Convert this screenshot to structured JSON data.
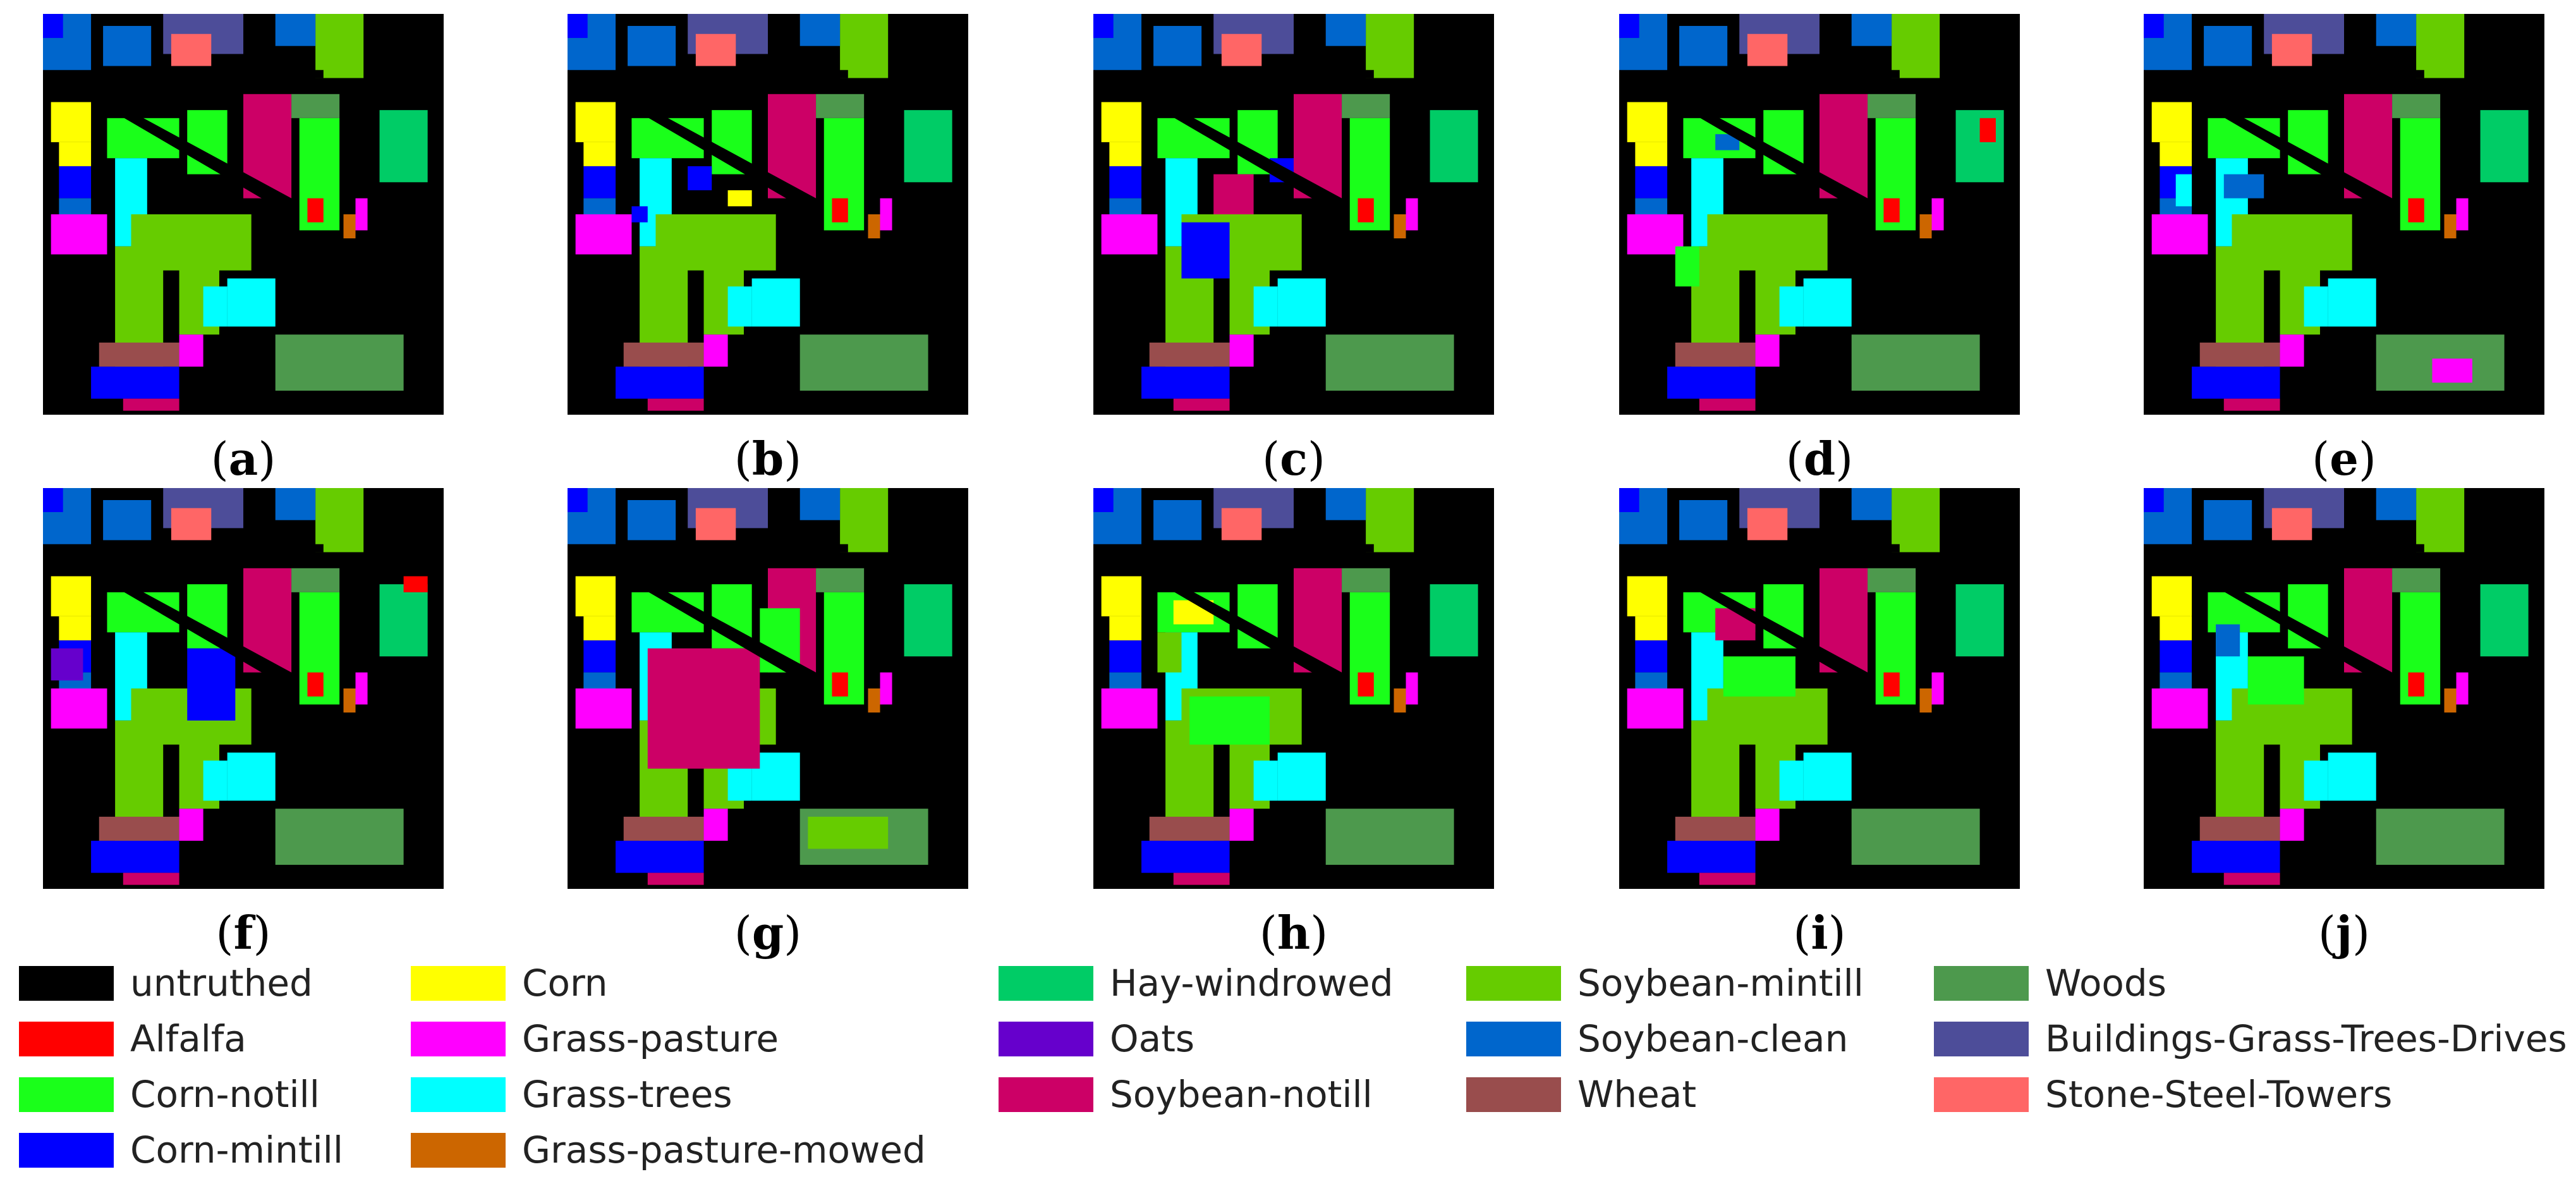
{
  "panels": [
    {
      "letter": "a"
    },
    {
      "letter": "b"
    },
    {
      "letter": "c"
    },
    {
      "letter": "d"
    },
    {
      "letter": "e"
    },
    {
      "letter": "f"
    },
    {
      "letter": "g"
    },
    {
      "letter": "h"
    },
    {
      "letter": "i"
    },
    {
      "letter": "j"
    }
  ],
  "legend": [
    {
      "label": "untruthed",
      "color": "#000000"
    },
    {
      "label": "Alfalfa",
      "color": "#ff0000"
    },
    {
      "label": "Corn-notill",
      "color": "#1aff1a"
    },
    {
      "label": "Corn-mintill",
      "color": "#0000ff"
    },
    {
      "label": "Corn",
      "color": "#ffff00"
    },
    {
      "label": "Grass-pasture",
      "color": "#ff00ff"
    },
    {
      "label": "Grass-trees",
      "color": "#00ffff"
    },
    {
      "label": "Grass-pasture-mowed",
      "color": "#cc6600"
    },
    {
      "label": "Hay-windrowed",
      "color": "#00cc66"
    },
    {
      "label": "Oats",
      "color": "#6600cc"
    },
    {
      "label": "Soybean-notill",
      "color": "#cc0066"
    },
    {
      "label": "Soybean-mintill",
      "color": "#66cc00"
    },
    {
      "label": "Soybean-clean",
      "color": "#0066cc"
    },
    {
      "label": "Wheat",
      "color": "#994d4d"
    },
    {
      "label": "Woods",
      "color": "#4d994d"
    },
    {
      "label": "Buildings-Grass-Trees-Drives",
      "color": "#4d4d99"
    },
    {
      "label": "Stone-Steel-Towers",
      "color": "#ff6666"
    }
  ]
}
